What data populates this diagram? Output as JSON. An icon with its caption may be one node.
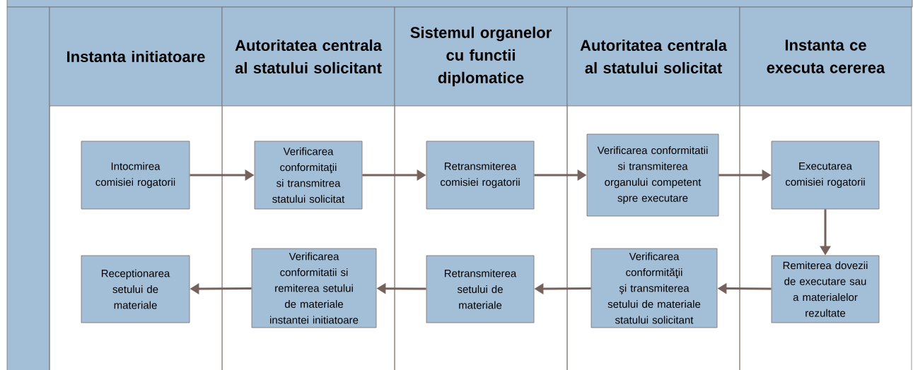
{
  "diagram": {
    "nodes": [
      {
        "text": [
          "Instanta initiatoare"
        ]
      },
      {
        "text": [
          "Autoritatea centrala al statului solicitant"
        ]
      },
      {
        "text": [
          "Sistemul organelor cu functii diplomatice"
        ]
      },
      {
        "text": [
          "Autoritatea centrala al statului solicitat"
        ]
      },
      {
        "text": [
          "Instanta ce executa cererea"
        ]
      },
      {
        "text": [
          "Intocmirea comisiei rogatorii"
        ],
        "in": 0
      },
      {
        "text": [
          "Verificarea conformitaţii si transmitrea statului solicitat"
        ],
        "in": 1
      },
      {
        "text": [
          "Retransmiterea comisiei rogatorii"
        ],
        "in": 2
      },
      {
        "text": [
          "Verificarea conformitatii si transmiterea organului competent spre executare"
        ],
        "in": 3
      },
      {
        "text": [
          "Executarea comisiei rogatorii"
        ],
        "in": 4
      },
      {
        "text": [
          "Remiterea dovezii de executare sau a materialelor rezultate"
        ],
        "in": 4
      },
      {
        "text": [
          "Verificarea conformităţii şi transmiterea setului de materiale statului solicitant"
        ],
        "in": 3
      },
      {
        "text": [
          "Retransmiterea setului de materiale"
        ],
        "in": 2
      },
      {
        "text": [
          "Verificarea conformitatii si remiterea setului de materiale instantei initiatoare"
        ],
        "in": 1
      },
      {
        "text": [
          "Receptionarea setului de materiale"
        ],
        "in": 0
      }
    ],
    "edges": [
      {
        "from": 5,
        "to": 6,
        "arrow": "to"
      },
      {
        "from": 6,
        "to": 7,
        "arrow": "to"
      },
      {
        "from": 7,
        "to": 8,
        "arrow": "to"
      },
      {
        "from": 8,
        "to": 9,
        "arrow": "to"
      },
      {
        "from": 9,
        "to": 10,
        "arrow": "to"
      },
      {
        "from": 10,
        "to": 11,
        "arrow": "to"
      },
      {
        "from": 11,
        "to": 12,
        "arrow": "to"
      },
      {
        "from": 12,
        "to": 13,
        "arrow": "to"
      },
      {
        "from": 13,
        "to": 14,
        "arrow": "to"
      }
    ]
  }
}
